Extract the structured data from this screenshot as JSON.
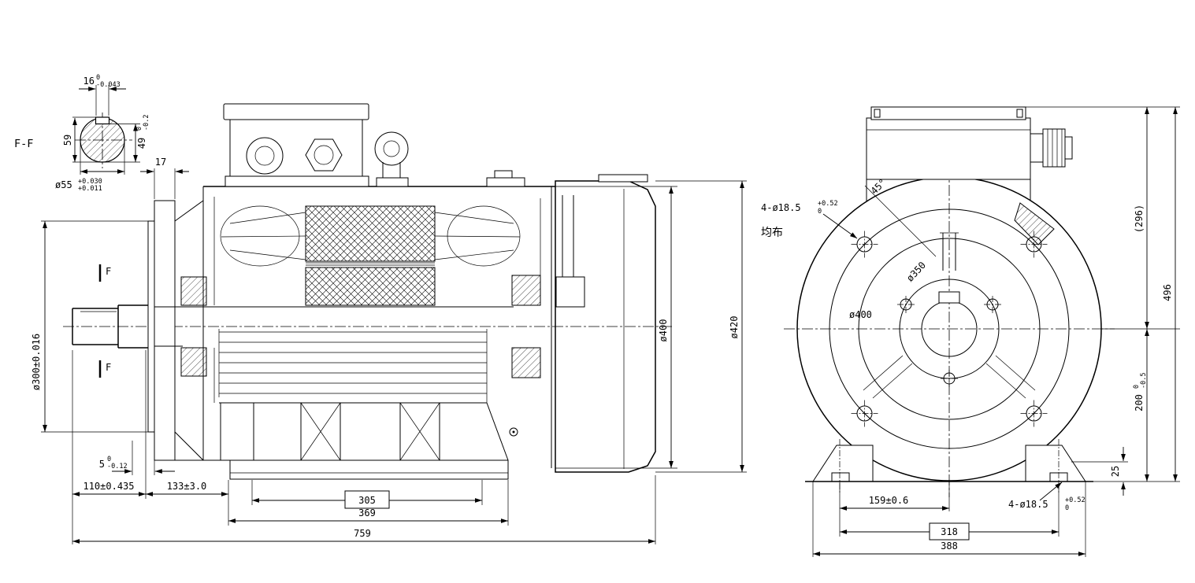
{
  "shaft_section": {
    "label": "F-F",
    "key_width": {
      "v": "16",
      "hi": "0",
      "lo": "-0.043"
    },
    "height": "59",
    "key_depth": {
      "v": "49",
      "hi": "0",
      "lo": "-0.2"
    },
    "diameter": {
      "v": "ø55",
      "hi": "+0.030",
      "lo": "+0.011"
    }
  },
  "side_view": {
    "flange_thickness": "17",
    "section_mark_upper": "F",
    "section_mark_lower": "F",
    "spigot_diameter": "ø300±0.016",
    "spigot_depth": {
      "v": "5",
      "hi": "0",
      "lo": "-0.12"
    },
    "shaft_length": "110±0.435",
    "flange_to_foot": "133±3.0",
    "foot_span": "305",
    "foot_length": "369",
    "overall_length": "759",
    "frame_diameter": "ø400",
    "cowl_diameter": "ø420"
  },
  "end_view": {
    "hole_angle": "45°",
    "flange_holes": {
      "v": "4-ø18.5",
      "hi": "+0.52",
      "lo": "0"
    },
    "flange_holes_note": "均布",
    "spigot_diameter": "ø350",
    "bolt_circle_diameter": "ø400",
    "center_to_top": "(296)",
    "overall_height": "496",
    "center_to_base": {
      "v": "200",
      "hi": "0",
      "lo": "-0.5"
    },
    "foot_pad_height": "25",
    "foot_hole_half_span": "159±0.6",
    "foot_hole_span": "318",
    "foot_width": "388",
    "foot_holes": {
      "v": "4-ø18.5",
      "hi": "+0.52",
      "lo": "0"
    }
  }
}
